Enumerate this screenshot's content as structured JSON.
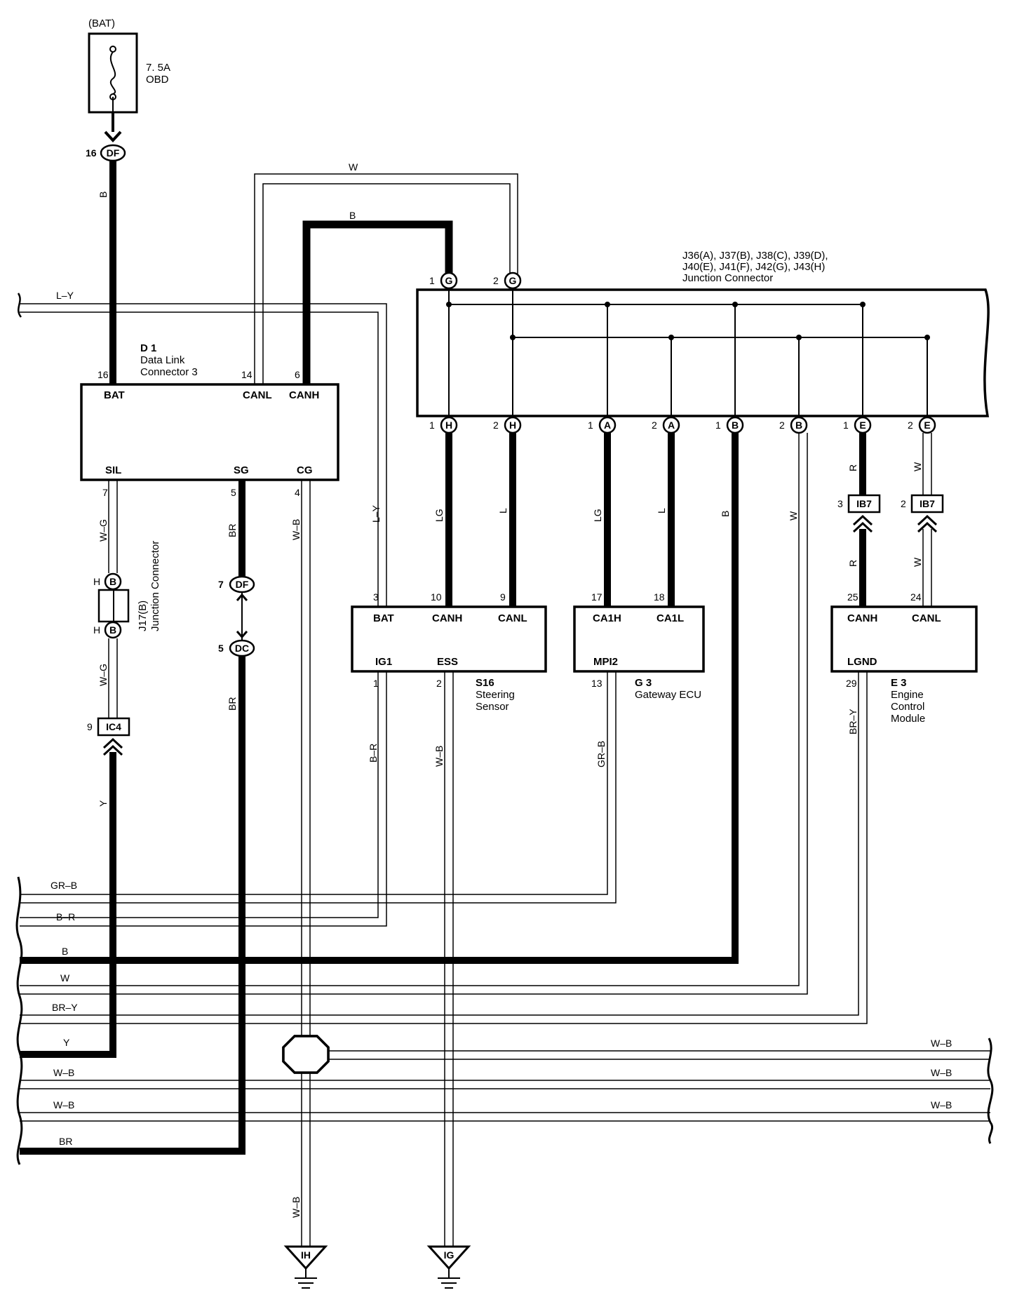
{
  "fuse": {
    "source": "(BAT)",
    "rating": "7. 5A",
    "name": "OBD"
  },
  "connectors": {
    "dlc_bat_conn": "DF",
    "dlc_bat_pin": "16",
    "df7_label": "DF",
    "df7_pin": "7",
    "dc5_label": "DC",
    "dc5_pin": "5"
  },
  "dlc": {
    "id": "D 1",
    "name1": "Data Link",
    "name2": "Connector 3",
    "pins": {
      "bat": {
        "num": "16",
        "label": "BAT"
      },
      "canl": {
        "num": "14",
        "label": "CANL"
      },
      "canh": {
        "num": "6",
        "label": "CANH"
      },
      "sil": {
        "num": "7",
        "label": "SIL"
      },
      "sg": {
        "num": "5",
        "label": "SG"
      },
      "cg": {
        "num": "4",
        "label": "CG"
      }
    }
  },
  "j17": {
    "name": "J17(B)",
    "subtitle": "Junction Connector",
    "top_pin": "H",
    "top_conn": "B",
    "bot_pin": "H",
    "bot_conn": "B"
  },
  "ic4": {
    "label": "IC4",
    "pin": "9"
  },
  "junction": {
    "title1": "J36(A), J37(B), J38(C), J39(D),",
    "title2": "J40(E), J41(F), J42(G), J43(H)",
    "title3": "Junction Connector",
    "top": [
      {
        "num": "1",
        "conn": "G"
      },
      {
        "num": "2",
        "conn": "G"
      }
    ],
    "bottom": [
      {
        "num": "1",
        "conn": "H"
      },
      {
        "num": "2",
        "conn": "H"
      },
      {
        "num": "1",
        "conn": "A"
      },
      {
        "num": "2",
        "conn": "A"
      },
      {
        "num": "1",
        "conn": "B"
      },
      {
        "num": "2",
        "conn": "B"
      },
      {
        "num": "1",
        "conn": "E"
      },
      {
        "num": "2",
        "conn": "E"
      }
    ]
  },
  "ib7": {
    "left": {
      "num": "3",
      "label": "IB7"
    },
    "right": {
      "num": "2",
      "label": "IB7"
    }
  },
  "s16": {
    "id": "S16",
    "name1": "Steering",
    "name2": "Sensor",
    "bat": {
      "num": "3",
      "label": "BAT"
    },
    "canh": {
      "num": "10",
      "label": "CANH"
    },
    "canl": {
      "num": "9",
      "label": "CANL"
    },
    "ig1": {
      "num": "1",
      "label": "IG1"
    },
    "ess": {
      "num": "2",
      "label": "ESS"
    }
  },
  "g3": {
    "id": "G 3",
    "name": "Gateway ECU",
    "ca1h": {
      "num": "17",
      "label": "CA1H"
    },
    "ca1l": {
      "num": "18",
      "label": "CA1L"
    },
    "mpi2": {
      "num": "13",
      "label": "MPI2"
    }
  },
  "e3": {
    "id": "E 3",
    "name1": "Engine",
    "name2": "Control",
    "name3": "Module",
    "canh": {
      "num": "25",
      "label": "CANH"
    },
    "canl": {
      "num": "24",
      "label": "CANL"
    },
    "lgnd": {
      "num": "29",
      "label": "LGND"
    }
  },
  "wire_colors": {
    "bat_b": "B",
    "top_w": "W",
    "top_b": "B",
    "ly_left": "L–Y",
    "ly_vert": "L–Y",
    "wg_top": "W–G",
    "wg_bot": "W–G",
    "br_top": "BR",
    "br_bot": "BR",
    "wb_cg": "W–B",
    "lg_s16": "LG",
    "l_s16": "L",
    "lg_g3": "LG",
    "l_g3": "L",
    "b_jb": "B",
    "w_jb": "W",
    "r_top": "R",
    "r_bot": "R",
    "w_e_top": "W",
    "w_e_bot": "W",
    "y_ic4": "Y",
    "br_s16": "B–R",
    "wb_s16": "W–B",
    "grb_g3": "GR–B",
    "bry_e3": "BR–Y",
    "wb_ground": "W–B"
  },
  "buses": [
    {
      "label": "GR–B"
    },
    {
      "label": "B–R"
    },
    {
      "label": "B"
    },
    {
      "label": "W"
    },
    {
      "label": "BR–Y"
    },
    {
      "label": "Y"
    },
    {
      "label": "W–B"
    },
    {
      "label": "W–B"
    },
    {
      "label": "BR"
    }
  ],
  "right_buses": [
    {
      "label": "W–B"
    },
    {
      "label": "W–B"
    },
    {
      "label": "W–B"
    }
  ],
  "grounds": {
    "ih": "IH",
    "ig": "IG"
  }
}
